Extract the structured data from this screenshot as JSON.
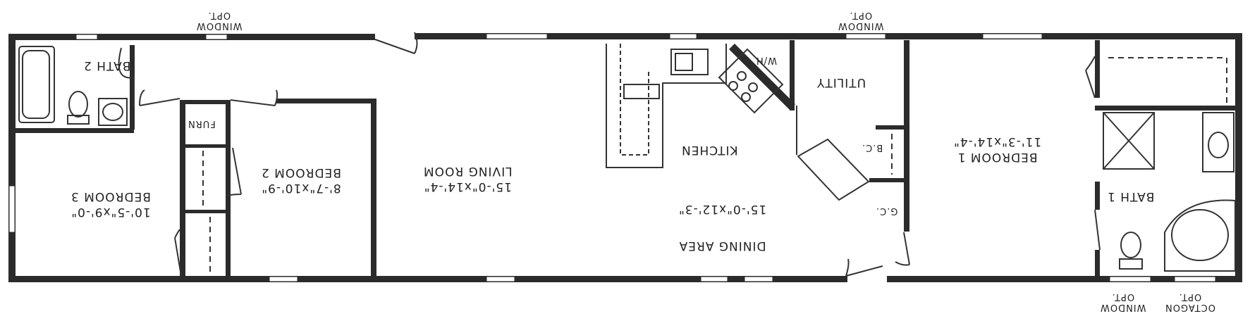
{
  "rooms": {
    "bath2": {
      "name": "BATH 2"
    },
    "bedroom3": {
      "name": "BEDROOM 3",
      "size": "10'-5\"x9'-0\""
    },
    "furn": {
      "name": "FURN"
    },
    "bedroom2": {
      "name": "BEDROOM 2",
      "size": "8'-7\"x10'-9\""
    },
    "living": {
      "name": "LIVING ROOM",
      "size": "15'-0\"x14'-4\""
    },
    "kitchen": {
      "name": "KITCHEN"
    },
    "wh": {
      "name": "W/H"
    },
    "utility": {
      "name": "UTILITY"
    },
    "bc": {
      "name": "B.C."
    },
    "gc": {
      "name": "G.C."
    },
    "dining": {
      "name": "DINING AREA",
      "size": "15'-0\"x12'-3\""
    },
    "bedroom1": {
      "name": "BEDROOM 1",
      "size": "11'-3\"x14'-4\""
    },
    "bath1": {
      "name": "BATH 1"
    }
  },
  "windows": {
    "opt_top_left": {
      "line1": "OPT.",
      "line2": "WINDOW"
    },
    "opt_top_right": {
      "line1": "OPT.",
      "line2": "WINDOW"
    },
    "opt_bottom": {
      "line1": "OPT.",
      "line2": "WINDOW"
    },
    "octagon_bottom": {
      "line1": "OPT.",
      "line2": "OCTAGON"
    }
  },
  "colors": {
    "wall": "#2b2b2b",
    "line": "#333333",
    "background": "#ffffff"
  }
}
